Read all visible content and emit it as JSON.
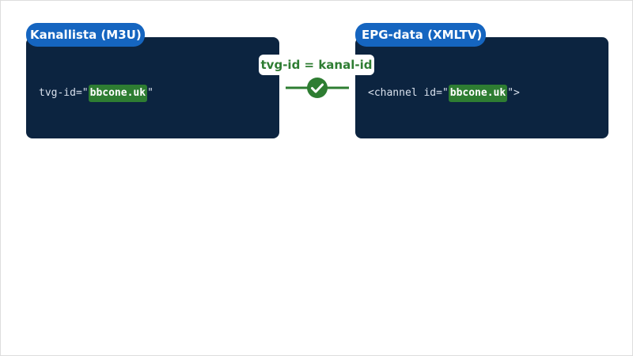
{
  "left_box": {
    "badge": "Kanallista (M3U)",
    "prefix": "tvg-id=\"",
    "highlight": "bbcone.uk",
    "suffix": "\""
  },
  "right_box": {
    "badge": "EPG-data (XMLTV)",
    "prefix": "<channel id=\"",
    "highlight": "bbcone.uk",
    "suffix": "\">"
  },
  "match": {
    "label": "tvg-id = kanal-id",
    "icon": "check-circle-icon"
  },
  "colors": {
    "panel": "#0c2440",
    "badge": "#1565c0",
    "match": "#2e7d32"
  }
}
